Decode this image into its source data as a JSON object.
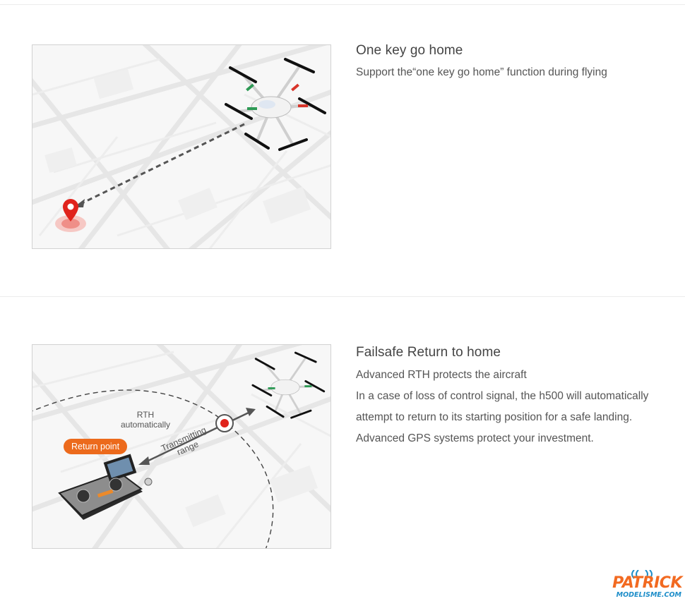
{
  "section_one": {
    "title": "One key go home",
    "description": "Support the“one key go home” function during flying"
  },
  "section_two": {
    "title": "Failsafe Return to home",
    "lines": [
      "Advanced RTH protects the aircraft",
      "In a case of loss of control signal, the h500 will automatically",
      "attempt to return to its starting position for a safe landing.",
      "Advanced GPS systems protect your investment."
    ],
    "diagram": {
      "rth_label": "RTH\nautomatically",
      "return_point_label": "Return point",
      "range_label": "Transmitting\nrange"
    }
  },
  "watermark": {
    "brand": "PATRICK",
    "site": "MODELISME.COM"
  },
  "colors": {
    "accent_orange": "#ec6a1c",
    "pin_red": "#e0231c",
    "text": "#555555",
    "title": "#444444"
  },
  "icons": [
    "map-pin-icon",
    "drone-icon",
    "remote-controller-icon",
    "signal-waves-icon"
  ]
}
